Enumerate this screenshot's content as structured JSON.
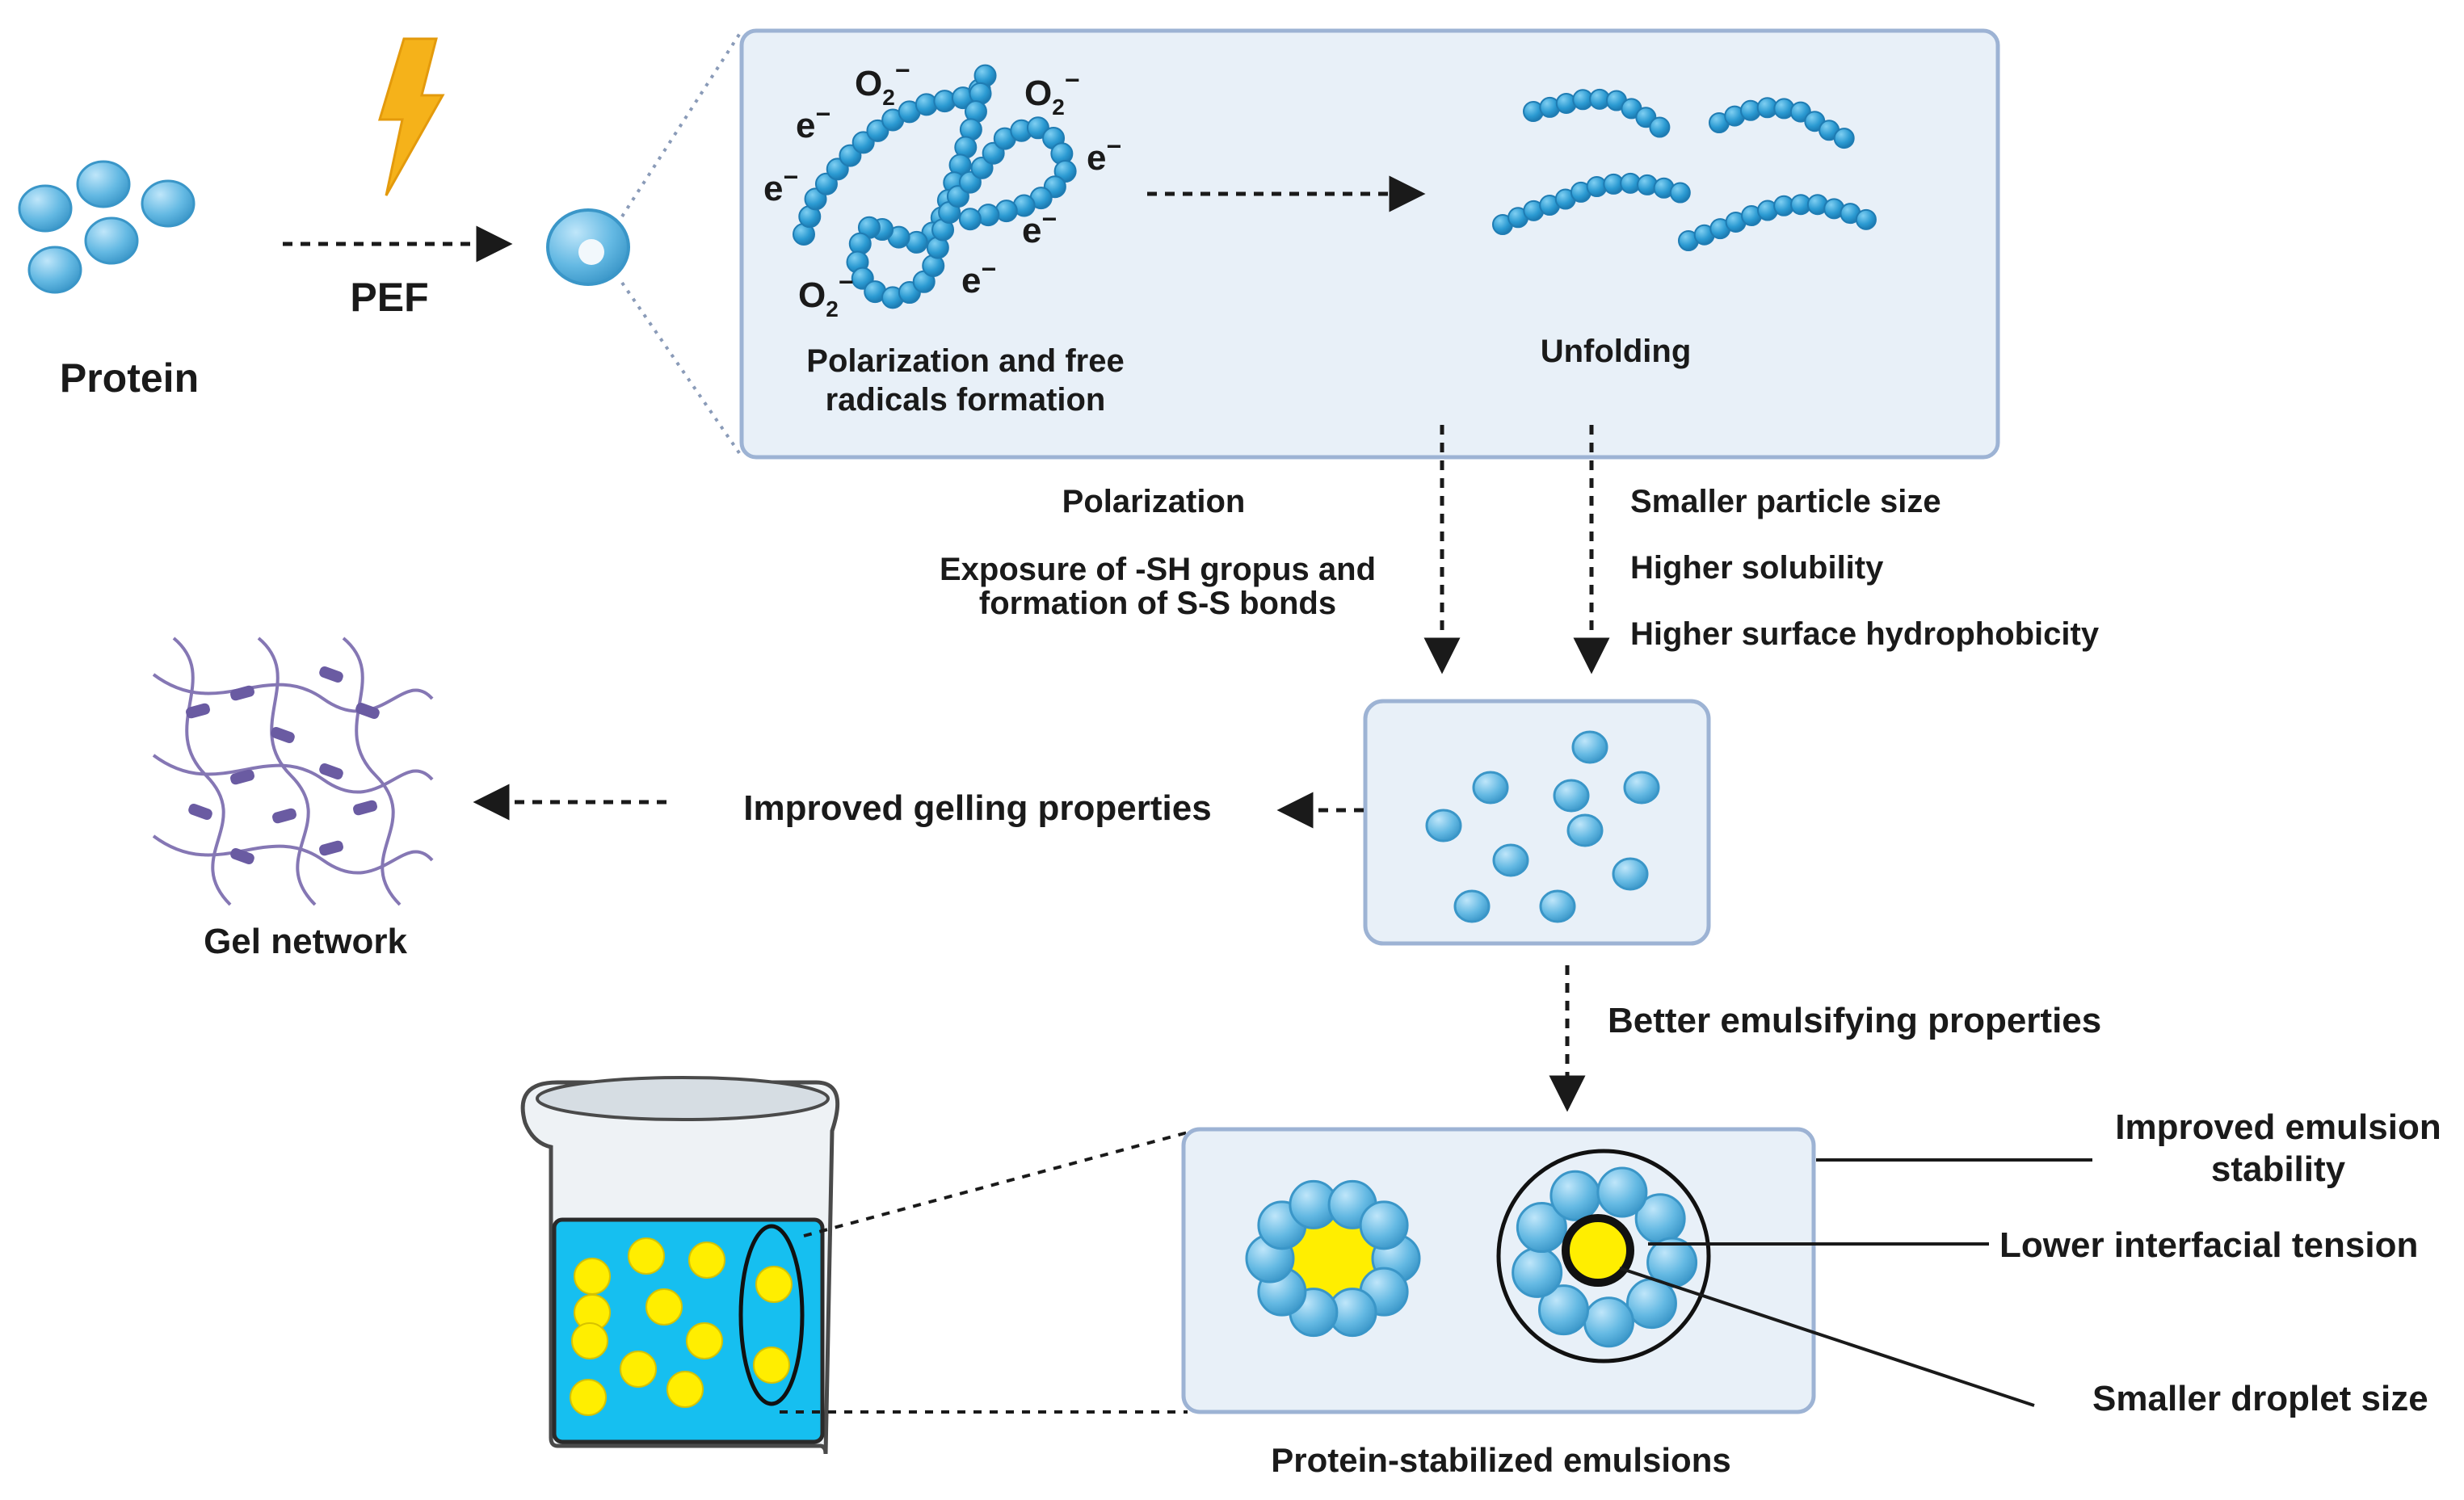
{
  "labels": {
    "protein": "Protein",
    "pef": "PEF",
    "polarization_free_radicals_1": "Polarization and free",
    "polarization_free_radicals_2": "radicals  formation",
    "unfolding": "Unfolding",
    "polarization": "Polarization",
    "exposure_1": "Exposure of -SH gropus and",
    "exposure_2": "formation of S-S bonds",
    "smaller_particle_size": "Smaller particle size",
    "higher_solubility": "Higher solubility",
    "higher_surface_hydrophobicity": "Higher surface hydrophobicity",
    "improved_gelling": "Improved gelling properties",
    "gel_network": "Gel network",
    "better_emulsifying": "Better emulsifying properties",
    "improved_emulsion_stability_1": "Improved emulsion",
    "improved_emulsion_stability_2": "stability",
    "lower_interfacial_tension": "Lower interfacial tension",
    "smaller_droplet_size": "Smaller droplet size",
    "protein_stabilized_emulsions": "Protein-stabilized emulsions"
  },
  "ions": {
    "electron": "e",
    "electron_charge": "−",
    "superoxide": "O",
    "superoxide_sub": "2",
    "superoxide_charge": "−"
  },
  "colors": {
    "protein_blue": "#5ab4e0",
    "protein_dark": "#2a8cc4",
    "box_fill": "#e8f0f8",
    "box_stroke": "#9db3d4",
    "lightning": "#f5b21a",
    "gel_strand": "#8577b4",
    "gel_node": "#6a5ba2",
    "oil_yellow": "#ffee00",
    "water_cyan": "#16bff0"
  },
  "icons": {
    "lightning": "lightning-icon",
    "beaker": "beaker-icon",
    "gel": "gel-network-icon"
  }
}
